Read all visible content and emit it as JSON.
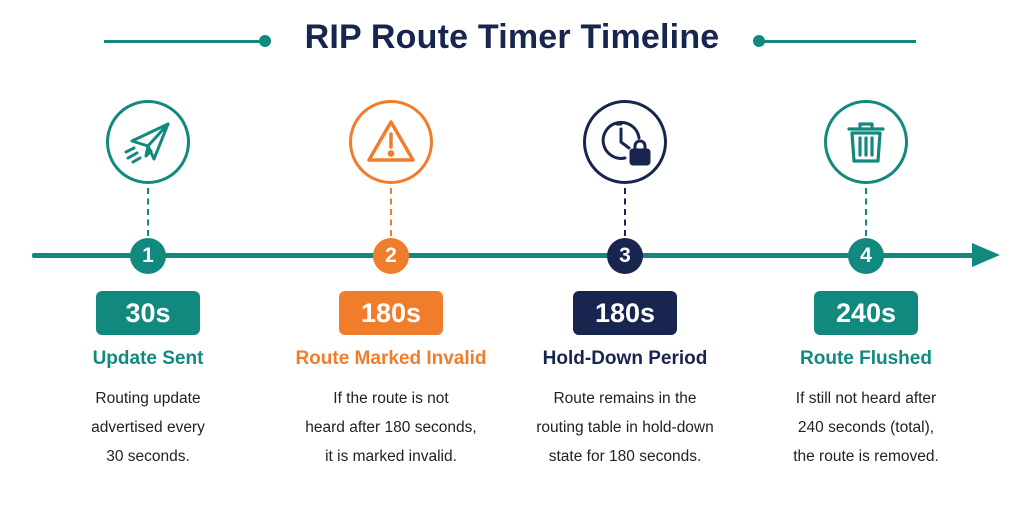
{
  "title": "RIP Route Timer Timeline",
  "colors": {
    "teal": "#11897f",
    "orange": "#f07d2c",
    "navy": "#17254f"
  },
  "steps": [
    {
      "number": "1",
      "time": "30s",
      "title": "Update Sent",
      "icon": "paper-plane-icon",
      "description": [
        "Routing update",
        "advertised every",
        "30 seconds."
      ]
    },
    {
      "number": "2",
      "time": "180s",
      "title": "Route Marked Invalid",
      "icon": "warning-triangle-icon",
      "description": [
        "If the route is not",
        "heard after 180 seconds,",
        "it is marked invalid."
      ]
    },
    {
      "number": "3",
      "time": "180s",
      "title": "Hold-Down Period",
      "icon": "clock-lock-icon",
      "description": [
        "Route remains in the",
        "routing table in hold-down",
        "state for 180 seconds."
      ]
    },
    {
      "number": "4",
      "time": "240s",
      "title": "Route Flushed",
      "icon": "trash-icon",
      "description": [
        "If still not heard after",
        "240 seconds (total),",
        "the route is removed."
      ]
    }
  ]
}
